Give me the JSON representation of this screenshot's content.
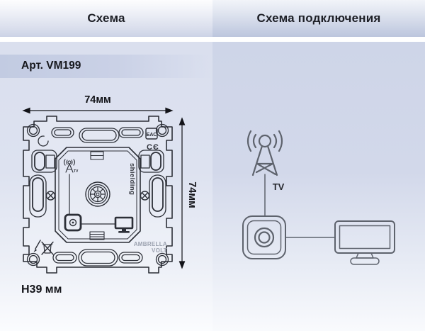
{
  "header": {
    "left_title": "Схема",
    "right_title": "Схема подключения"
  },
  "scheme_panel": {
    "article": "Арт. VM199",
    "dim_width": "74мм",
    "dim_height": "74мм",
    "dim_depth": "H39 мм",
    "drawing_labels": {
      "eac": "ЕАС",
      "ce": "CЄ",
      "shielding": "shielding",
      "brand_line1": "AMBRELLA",
      "brand_line2": "VOLT",
      "mini_tv": "TV"
    }
  },
  "connection_panel": {
    "tv_label": "TV"
  },
  "colors": {
    "header_blue": "#bdc6dd",
    "panel_blue_left": "#dadfee",
    "panel_blue_right": "#ced5e8",
    "article_band_blue": "#c2cbe2",
    "drawing_line_dark": "#2c2f37",
    "diagram_line_gray": "#5e636d",
    "text_dark": "#1d1f26",
    "brand_text_gray": "#9ba1af"
  }
}
